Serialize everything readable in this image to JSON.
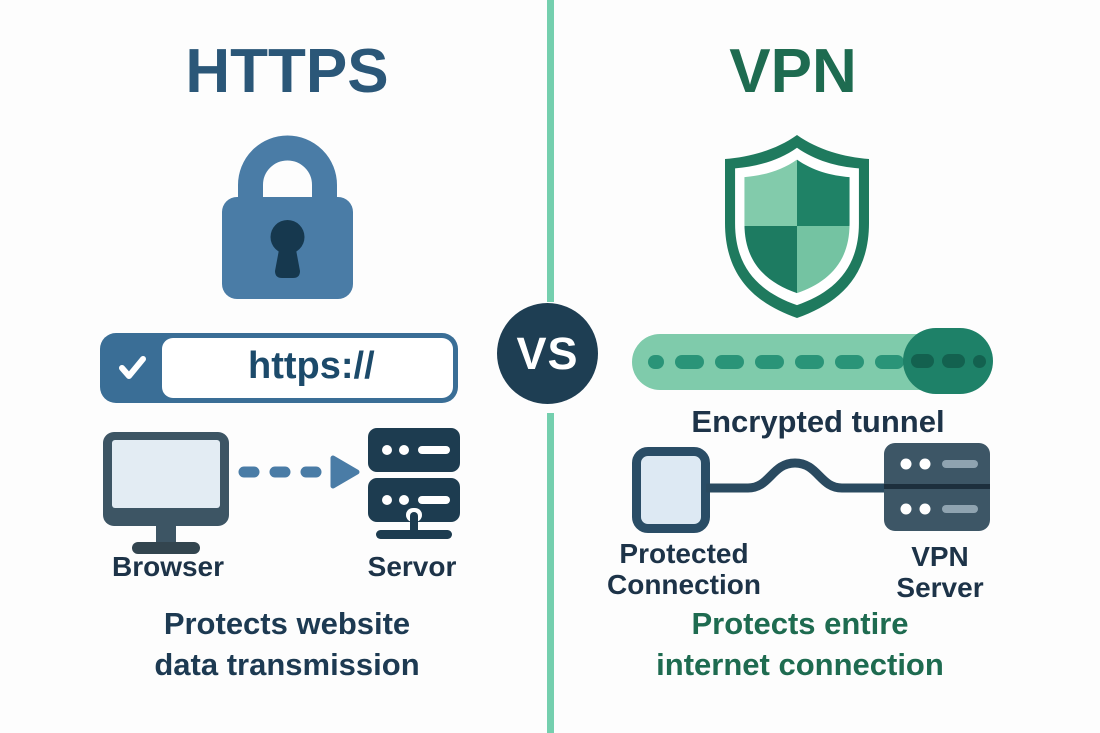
{
  "palette": {
    "background": "#fdfdfd",
    "navy": "#1d3348",
    "blue_title": "#2b5778",
    "lock_blue": "#4a7ca6",
    "keyhole": "#16384e",
    "bar_blue": "#3a6e96",
    "https_text": "#1c4a6a",
    "monitor_frame": "#3d5564",
    "monitor_screen": "#e3ecf3",
    "monitor_stand": "#33454f",
    "server_navy": "#1d3c50",
    "arrow_blue": "#4a7ca6",
    "vs_circle": "#1e3e53",
    "divider_green": "#74cfae",
    "green_title": "#1e6b50",
    "shield_outline": "#1f7a5e",
    "shield_tl": "#82cbab",
    "shield_tr": "#1f8266",
    "shield_bl": "#1d7b61",
    "shield_br": "#74c3a2",
    "tunnel_light": "#7fcbab",
    "tunnel_dash": "#2a9478",
    "tunnel_cap": "#1e8168",
    "tunnel_cap_dash": "#13614f",
    "device_border": "#2a4d66",
    "device_fill": "#dde9f3",
    "cable": "#2a4a60",
    "vpn_server": "#3d5666",
    "vpn_server_line": "#8fa3b0",
    "vpn_server_divider": "#1d2f3d",
    "caption_left": "#1d3a52",
    "caption_right": "#1e6b50"
  },
  "icons": {
    "padlock": "lock shape (blue padlock with keyhole)",
    "checkmark": "✓",
    "browser_monitor": "desktop monitor",
    "dashed_arrow": "→ dashed",
    "web_server": "server rack with dots and slots",
    "shield": "quartered green shield",
    "encrypted_tunnel": "green pill with dashes",
    "protected_device": "rounded square device",
    "cable": "curved connecting wire",
    "vpn_server_rack": "server rack with dots and lines"
  },
  "left": {
    "title": "HTTPS",
    "address_bar": {
      "text": "https://"
    },
    "browser_label": "Browser",
    "server_label": "Servor",
    "caption_line1": "Protects website",
    "caption_line2": "data transmission"
  },
  "center": {
    "vs_label": "VS"
  },
  "right": {
    "title": "VPN",
    "tunnel_label": "Encrypted tunnel",
    "device_label_line1": "Protected",
    "device_label_line2": "Connection",
    "server_label_line1": "VPN",
    "server_label_line2": "Server",
    "caption_line1": "Protects entire",
    "caption_line2": "internet connection"
  }
}
